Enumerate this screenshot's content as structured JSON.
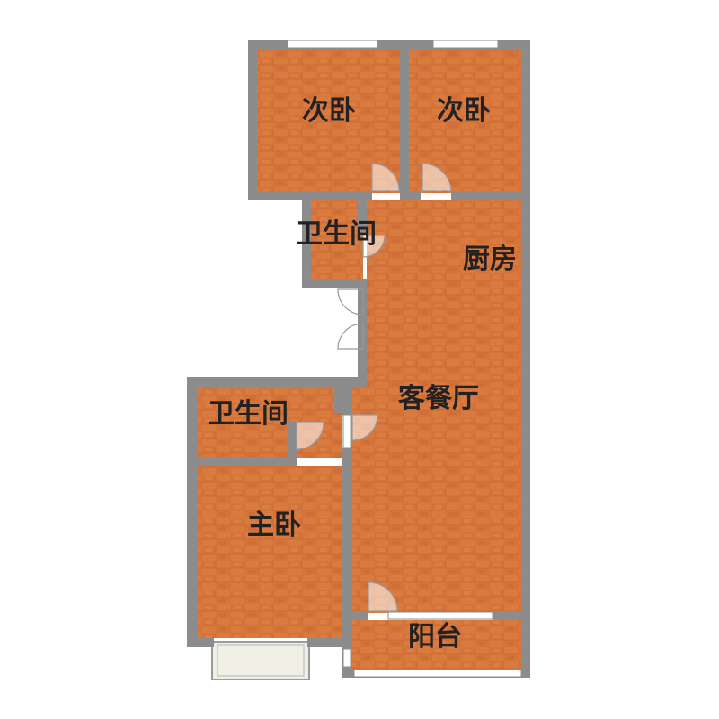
{
  "colors": {
    "wall": "#8c8c8c",
    "floor": "#d97a3f",
    "floor_dark": "#c8692f",
    "floor_light": "#e3894c",
    "window": "#ffffff",
    "bay_floor": "#efefe6"
  },
  "rooms": {
    "bedroom_left": {
      "label": "次卧"
    },
    "bedroom_right": {
      "label": "次卧"
    },
    "bathroom_top": {
      "label": "卫生间"
    },
    "kitchen": {
      "label": "厨房"
    },
    "living_dining": {
      "label": "客餐厅"
    },
    "bathroom_bottom": {
      "label": "卫生间"
    },
    "master_bedroom": {
      "label": "主卧"
    },
    "balcony": {
      "label": "阳台"
    }
  }
}
